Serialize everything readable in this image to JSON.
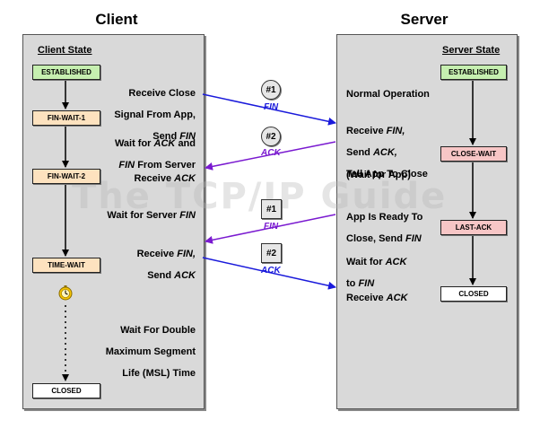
{
  "titles": {
    "client": "Client",
    "server": "Server"
  },
  "client_panel": {
    "title": "Client State",
    "states": [
      "ESTABLISHED",
      "FIN-WAIT-1",
      "FIN-WAIT-2",
      "TIME-WAIT",
      "CLOSED"
    ],
    "labels": {
      "l1a": "Receive Close",
      "l1b": "Signal From App,",
      "l1c": "Send",
      "l1c_em": "FIN",
      "l2a": "Wait for",
      "l2a_em": "ACK",
      "l2a2": "and",
      "l2b_em": "FIN",
      "l2b": "From Server",
      "l3": "Receive",
      "l3_em": "ACK",
      "l4": "Wait for Server",
      "l4_em": "FIN",
      "l5a": "Receive",
      "l5a_em": "FIN,",
      "l5b": "Send",
      "l5b_em": "ACK",
      "l6a": "Wait For Double",
      "l6b": "Maximum Segment",
      "l6c": "Life (MSL) Time"
    }
  },
  "server_panel": {
    "title": "Server State",
    "states": [
      "ESTABLISHED",
      "CLOSE-WAIT",
      "LAST-ACK",
      "CLOSED"
    ],
    "labels": {
      "s1": "Normal Operation",
      "s2a": "Receive",
      "s2a_em": "FIN,",
      "s2b": "Send",
      "s2b_em": "ACK,",
      "s2c": "Tell App To Close",
      "s3": "(Wait for App)",
      "s4a": "App Is Ready To",
      "s4b": "Close, Send",
      "s4b_em": "FIN",
      "s5a": "Wait for",
      "s5a_em": "ACK",
      "s5b": "to",
      "s5b_em": "FIN",
      "s6": "Receive",
      "s6_em": "ACK"
    }
  },
  "messages": [
    {
      "badge": "#1",
      "label": "FIN",
      "color": "#1a1adb"
    },
    {
      "badge": "#2",
      "label": "ACK",
      "color": "#7a1ad0"
    },
    {
      "badge": "#1",
      "label": "FIN",
      "color": "#7a1ad0"
    },
    {
      "badge": "#2",
      "label": "ACK",
      "color": "#1a1adb"
    }
  ],
  "watermark": "The TCP/IP Guide",
  "colors": {
    "panel": "#d9d9d9",
    "established": "#c6efb0",
    "client_state": "#fde2bf",
    "server_state": "#f7c6c6"
  }
}
